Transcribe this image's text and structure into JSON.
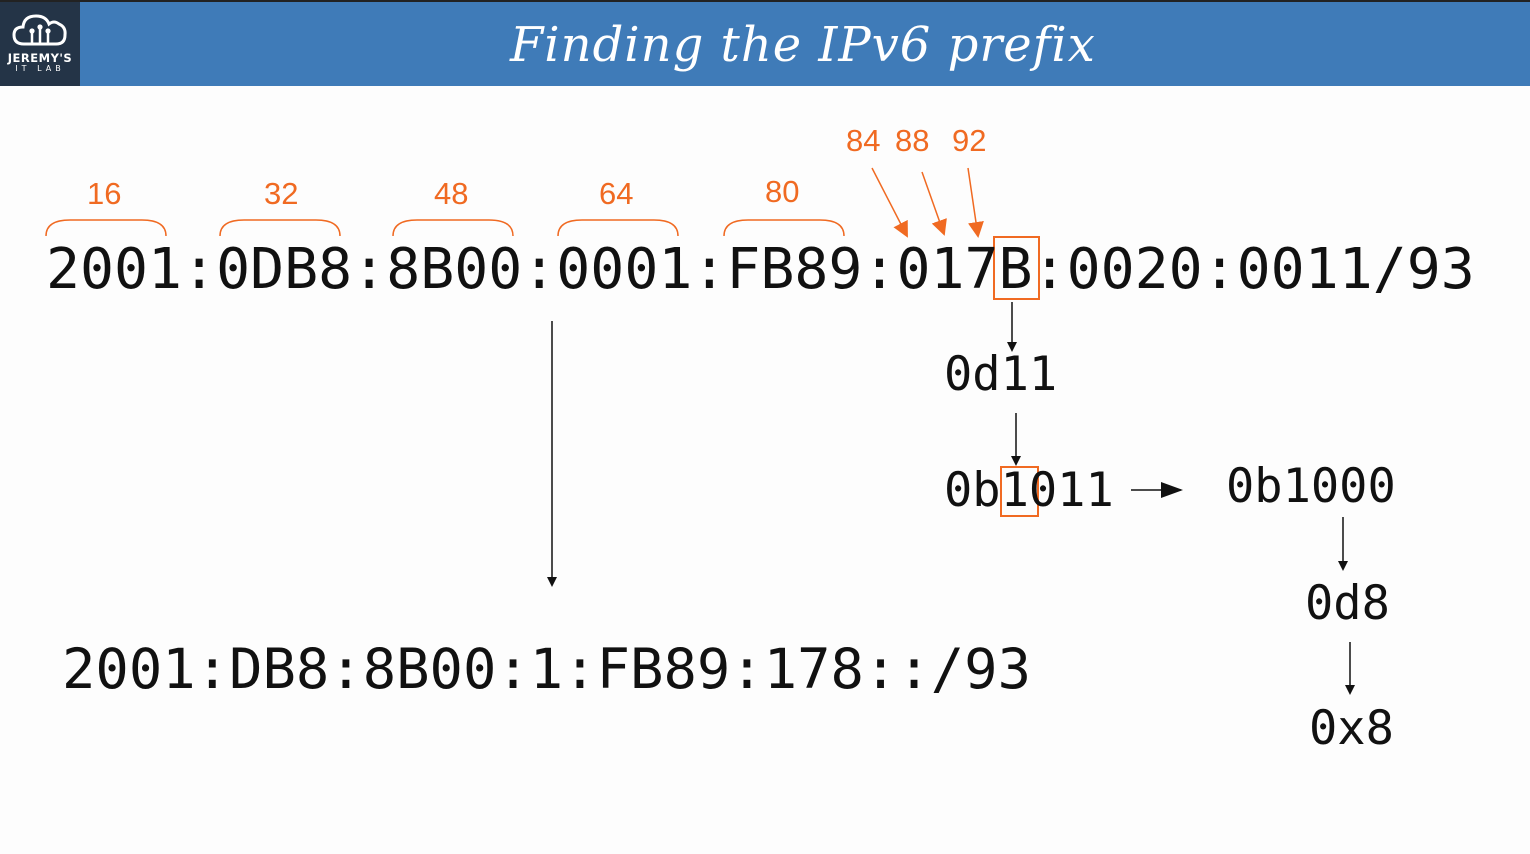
{
  "header": {
    "title": "Finding the IPv6 prefix",
    "logo": {
      "line1": "JEREMY'S",
      "line2": "IT LAB",
      "icon": "cloud-network-icon"
    },
    "background_color": "#3f7bb8"
  },
  "diagram": {
    "full_address": {
      "segments": [
        "2001:",
        "0DB8:",
        "8B00:",
        "0001:",
        "FB89:",
        "017"
      ],
      "highlighted_digit": "B",
      "tail": ":0020:0011/93"
    },
    "bit_markers": [
      "16",
      "32",
      "48",
      "64",
      "80"
    ],
    "nibble_markers": [
      "84",
      "88",
      "92"
    ],
    "conversion": {
      "decimal": "0d11",
      "binary_prefix": "0b",
      "binary_highlight": "1",
      "binary_rest": "011",
      "binary_masked": "0b1000",
      "decimal_masked": "0d8",
      "hex_masked": "0x8"
    },
    "result_prefix": "2001:DB8:8B00:1:FB89:178::/93",
    "accent_color": "#f06a22"
  }
}
